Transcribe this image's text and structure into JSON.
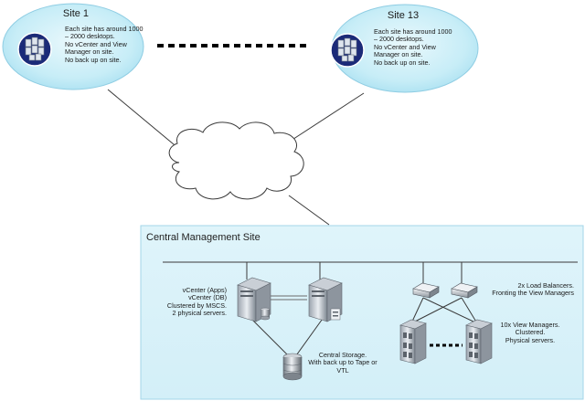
{
  "sites": [
    {
      "title": "Site 1",
      "desc": [
        "Each site has around 1000",
        "– 2000 desktops.",
        "No vCenter and View",
        "Manager on site.",
        "No back up on site."
      ]
    },
    {
      "title": "Site 13",
      "desc": [
        "Each site has around 1000",
        "– 2000 desktops.",
        "No vCenter and View",
        "Manager on site.",
        "No back up on site."
      ]
    }
  ],
  "central": {
    "title": "Central Management Site",
    "vcenter_note": [
      "vCenter (Apps)",
      "vCenter (DB)",
      "Clustered by MSCS.",
      "2 physical servers."
    ],
    "storage_note": [
      "Central Storage.",
      "With back up to Tape or",
      "VTL"
    ],
    "lb_note": [
      "2x Load Balancers.",
      "Fronting the View Managers"
    ],
    "vm_note": [
      "10x View Managers.",
      "Clustered.",
      "Physical servers."
    ]
  },
  "colors": {
    "site_fill": "#c5ecf6",
    "site_fill_edge": "#a6def0",
    "site_stroke": "#7fc7e0",
    "central_fill": "#d9f2f9",
    "central_stroke": "#9fd3e6",
    "line": "#3a3a3a"
  }
}
